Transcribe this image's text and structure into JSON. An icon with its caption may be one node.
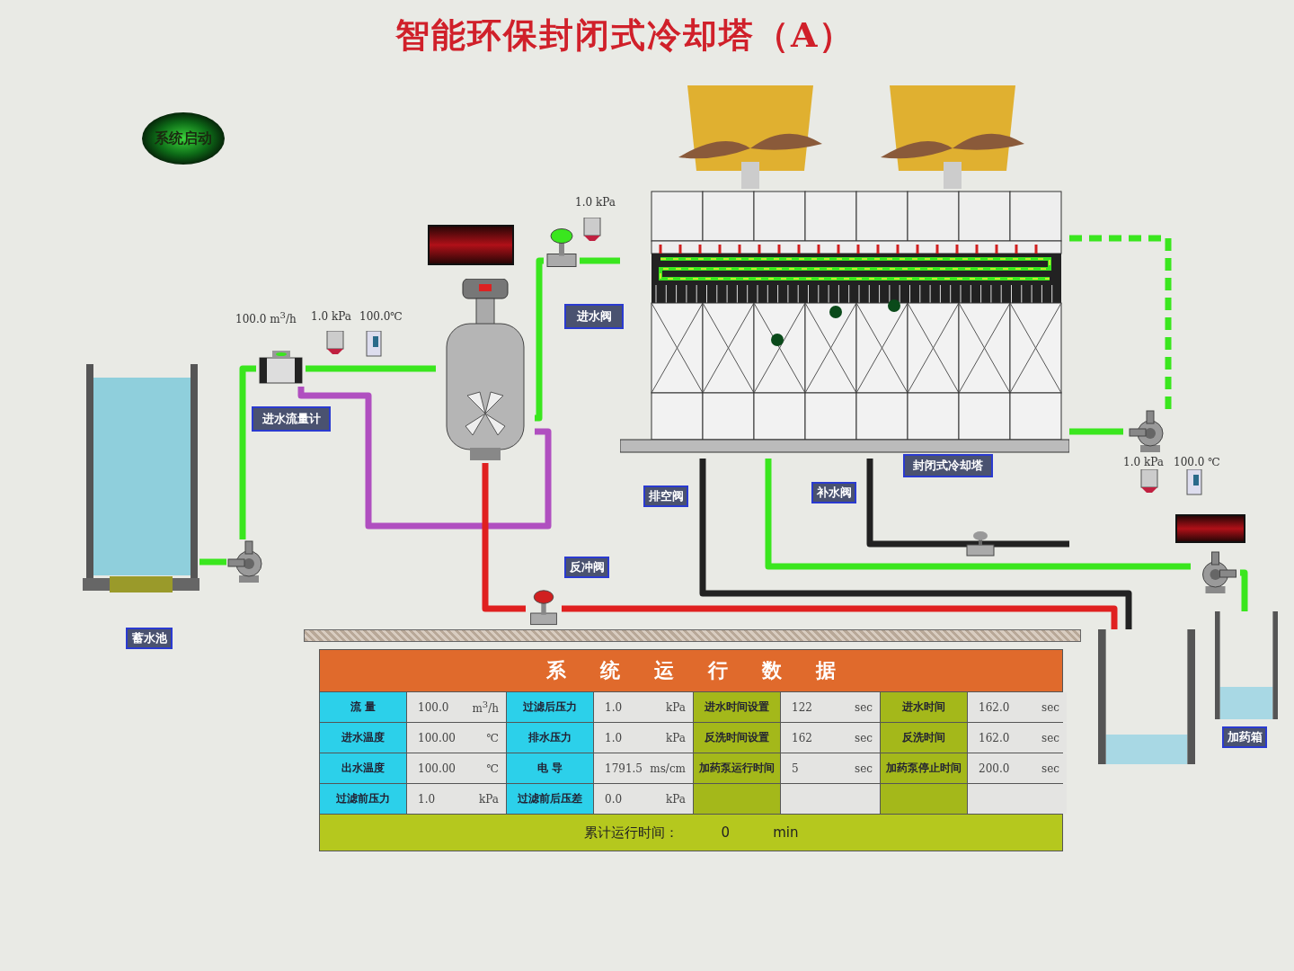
{
  "diagram": {
    "title": "智能环保封闭式冷却塔（A）",
    "nodes": [
      {
        "text": [
          "系统启动"
        ]
      },
      {
        "text": [],
        "shape": "box"
      },
      {
        "text": [],
        "shape": "box"
      },
      {
        "text": [
          "进水阀"
        ]
      },
      {
        "text": [
          "进水流量计"
        ]
      },
      {
        "text": [
          "排空阀"
        ]
      },
      {
        "text": [
          "补水阀"
        ]
      },
      {
        "text": [
          "封闭式冷却塔"
        ]
      },
      {
        "text": [
          "反冲阀"
        ]
      },
      {
        "text": [
          "蓄水池"
        ]
      },
      {
        "text": [
          "加药箱"
        ]
      },
      {
        "text": [],
        "shape": "box"
      },
      {
        "text": [],
        "shape": "picture"
      },
      {
        "text": [],
        "shape": "picture"
      },
      {
        "text": [],
        "shape": "picture"
      },
      {
        "text": [],
        "shape": "picture"
      },
      {
        "text": [],
        "shape": "picture"
      },
      {
        "text": [],
        "shape": "picture"
      },
      {
        "text": [],
        "shape": "picture"
      },
      {
        "text": [],
        "shape": "picture"
      },
      {
        "text": [],
        "shape": "picture"
      },
      {
        "text": [],
        "shape": "picture"
      },
      {
        "text": [],
        "shape": "bar"
      }
    ],
    "edges": [
      {
        "from": 11,
        "to": 12,
        "arrow": "none"
      },
      {
        "from": 12,
        "to": 13,
        "arrow": "none"
      },
      {
        "from": 13,
        "to": 14,
        "arrow": "none"
      },
      {
        "from": 14,
        "to": 15,
        "arrow": "none"
      },
      {
        "from": 15,
        "to": 16,
        "arrow": "none"
      },
      {
        "from": 16,
        "to": 17,
        "arrow": "none",
        "style": "dashed"
      },
      {
        "from": 17,
        "to": 16,
        "arrow": "none"
      },
      {
        "from": 13,
        "to": 14,
        "arrow": "none",
        "color": "#b04fc0"
      },
      {
        "from": 14,
        "to": 21,
        "arrow": "none",
        "color": "#e02020"
      },
      {
        "from": 21,
        "to": 19,
        "arrow": "none",
        "color": "#e02020"
      },
      {
        "from": 16,
        "to": 19,
        "arrow": "none",
        "color": "#222222"
      },
      {
        "from": 16,
        "to": null,
        "arrow": "none",
        "color": "#222222"
      },
      {
        "from": 18,
        "to": 16,
        "arrow": "none"
      },
      {
        "from": 20,
        "to": 18,
        "arrow": "none"
      }
    ],
    "labels": [
      "100.0 m$^{3}$/h",
      "1.0 kPa",
      "100.0℃",
      "1.0 kPa",
      "1.0 kPa",
      "100.0 ℃",
      "系统运行数据",
      "流 量",
      "100.0",
      "m$^{3}$/h",
      "过滤后压力",
      "1.0",
      "kPa",
      "进水时间设置",
      "122",
      "sec",
      "进水时间",
      "162.0",
      "sec",
      "进水温度",
      "100.00",
      "℃",
      "排水压力",
      "1.0",
      "kPa",
      "反洗时间设置",
      "162",
      "sec",
      "反洗时间",
      "162.0",
      "sec",
      "出水温度",
      "100.00",
      "℃",
      "电 导",
      "1791.5",
      "ms/cm",
      "加药泵运行时间",
      "5",
      "sec",
      "加药泵停止时间",
      "200.0",
      "sec",
      "过滤前压力",
      "1.0",
      "kPa",
      "过滤前后压差",
      "0.0",
      "kPa",
      "累计运行时间：",
      "0",
      "min"
    ]
  }
}
